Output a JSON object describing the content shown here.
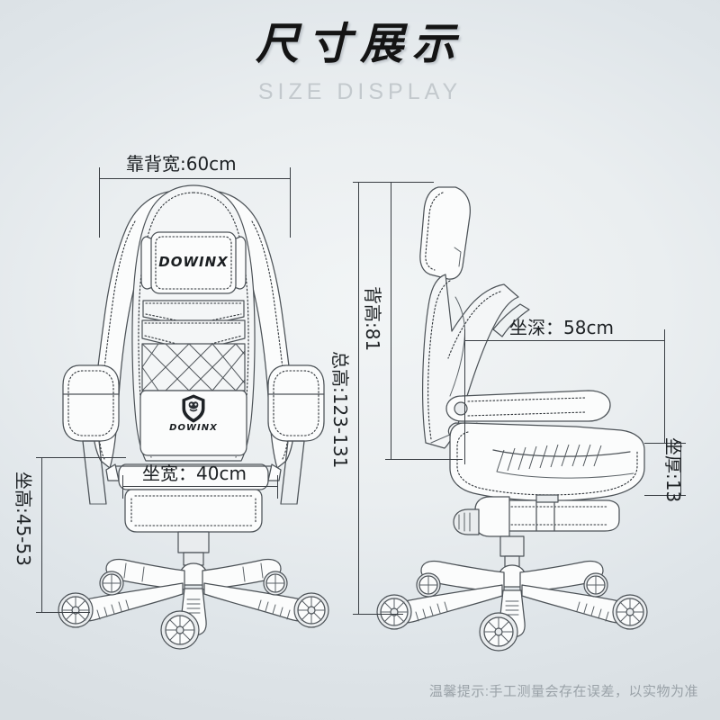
{
  "header": {
    "title_cn": "尺寸展示",
    "title_en": "SIZE DISPLAY"
  },
  "footer": {
    "note": "温馨提示:手工测量会存在误差，以实物为准"
  },
  "brand": {
    "pillow_logo": "DOWINX",
    "seat_logo": "DOWINX"
  },
  "views": {
    "front": {
      "name": "front-view"
    },
    "side": {
      "name": "side-view"
    }
  },
  "dimensions": {
    "backrest_width": "靠背宽:60cm",
    "seat_width": "坐宽：40cm",
    "seat_height": "坐高:45-53",
    "total_height": "总高:123-131",
    "back_height": "背高:81",
    "seat_depth": "坐深：58cm",
    "seat_thickness": "坐厚:13"
  },
  "colors": {
    "background": "#e2e7ea",
    "line": "#4c5257",
    "dimension": "#3a3f44",
    "title": "#141414",
    "subtitle": "#c3c9cd",
    "footnote": "#9aa2a8"
  }
}
